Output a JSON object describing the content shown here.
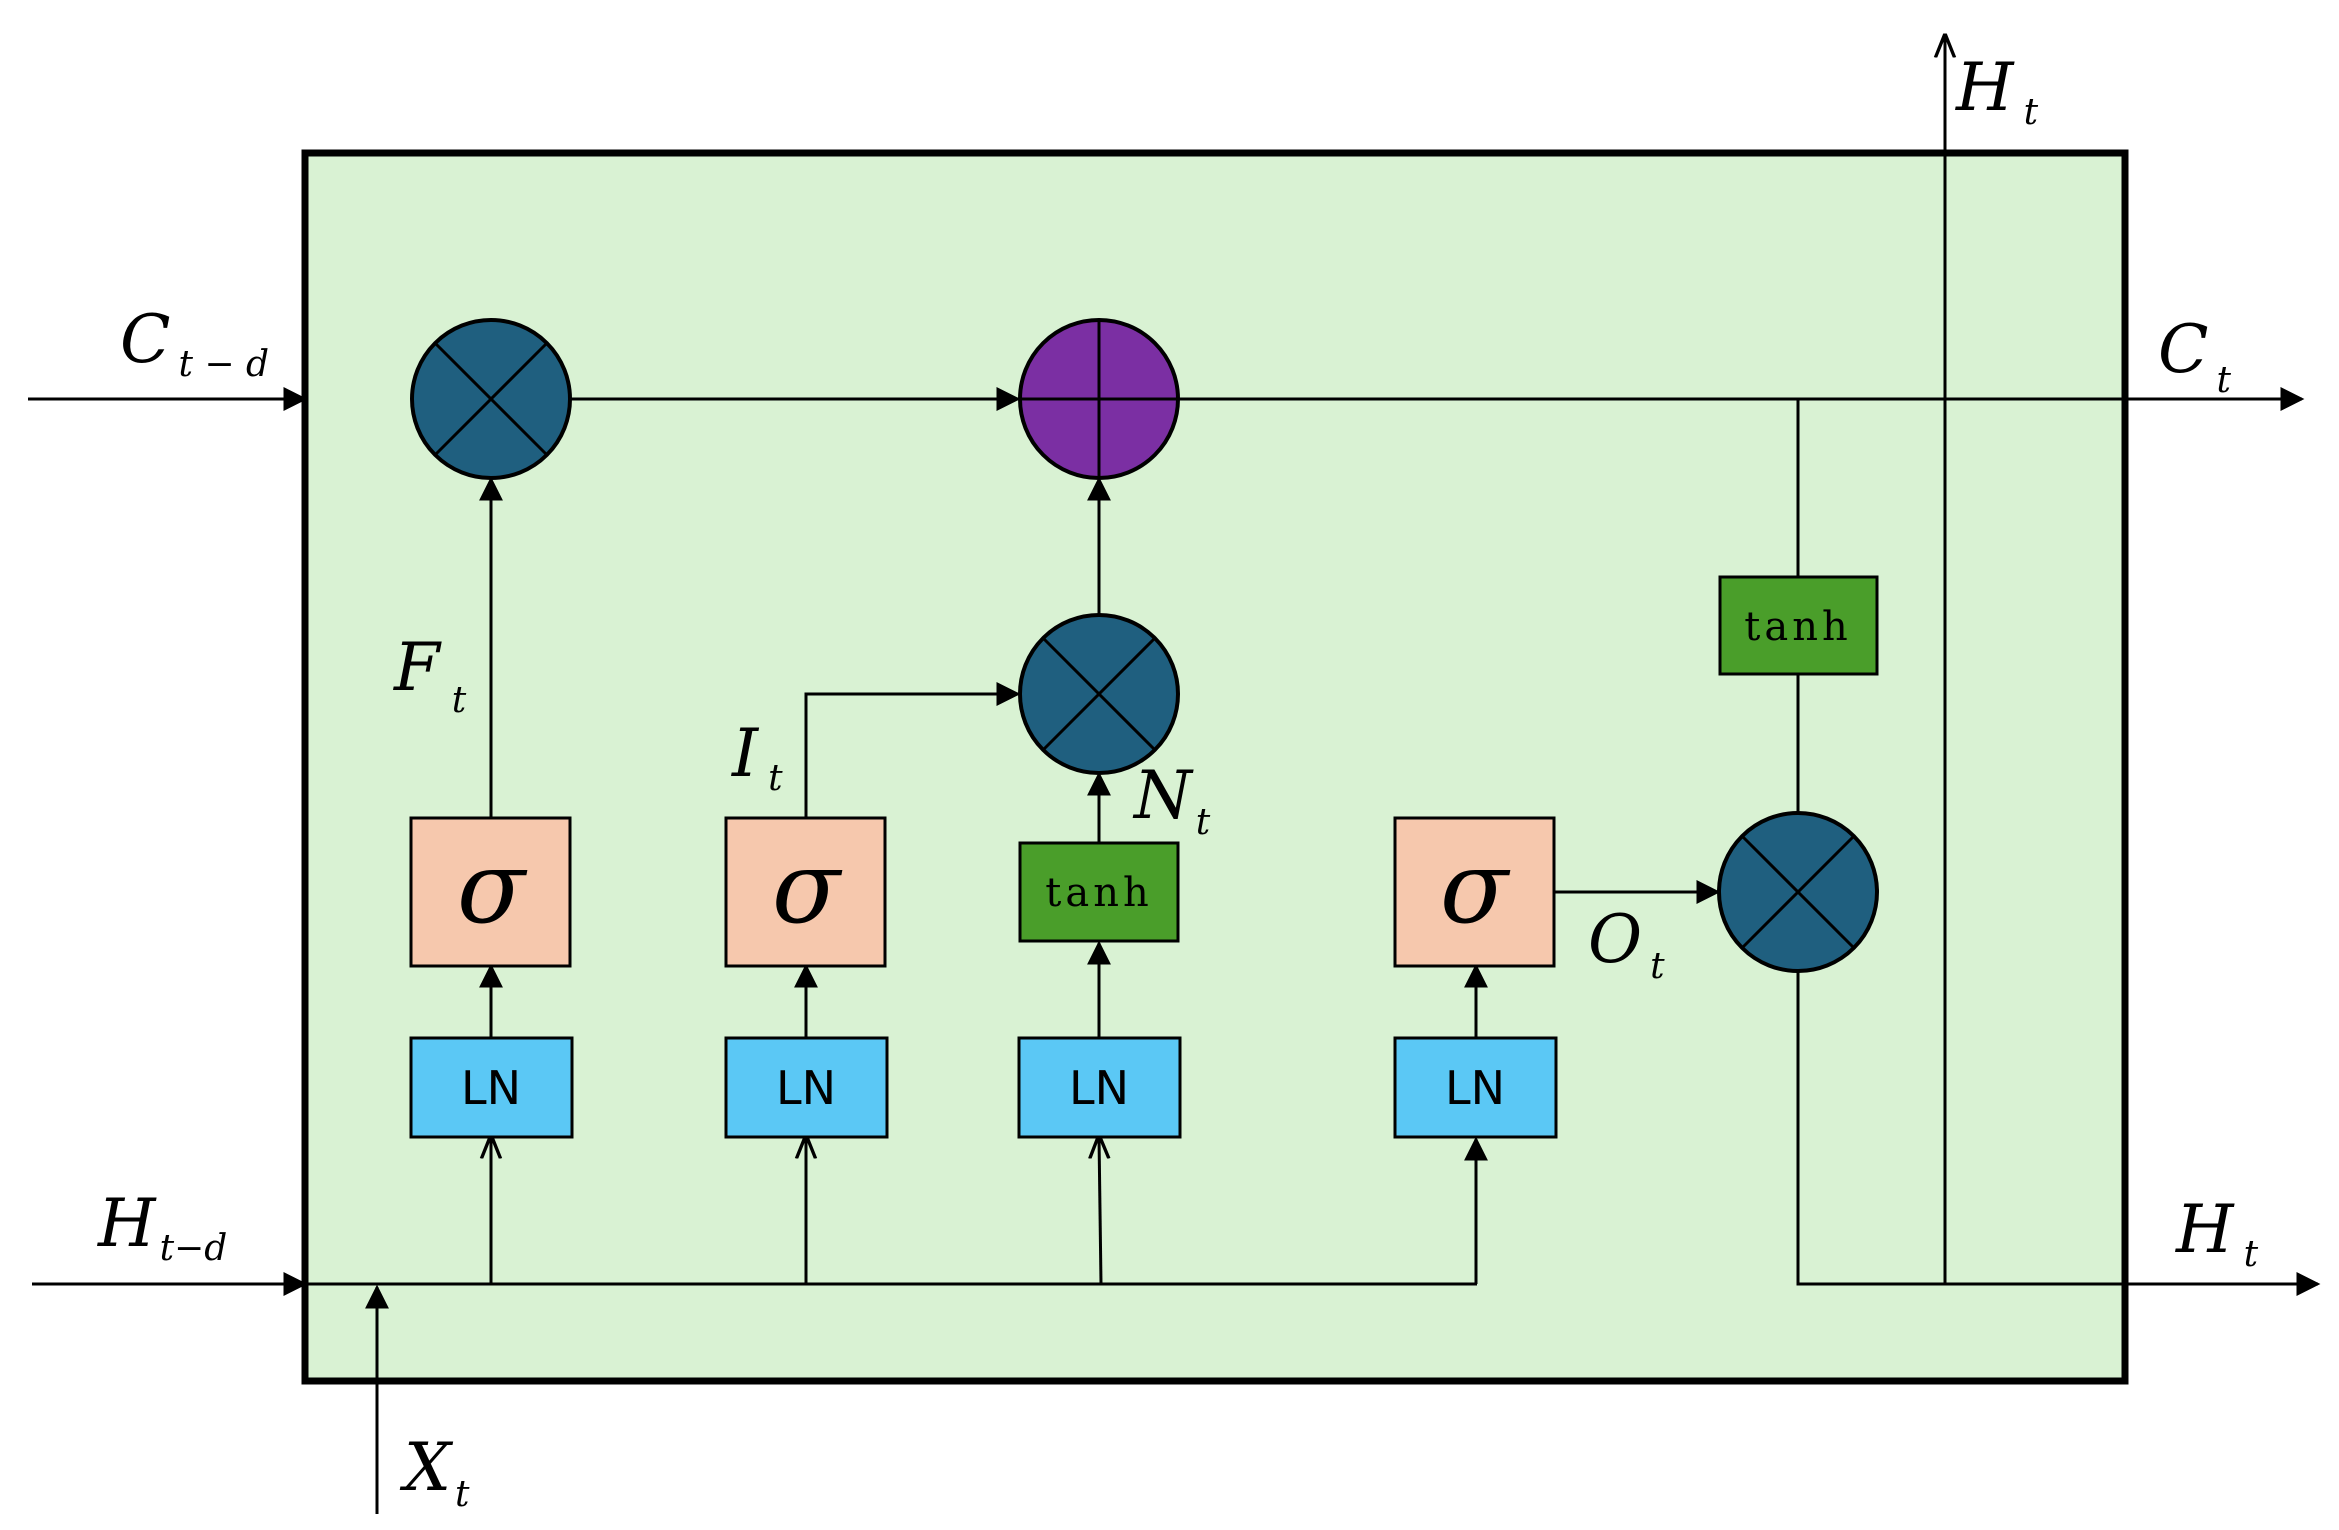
{
  "colors": {
    "background_box": "#d9f2d3",
    "multiply_node": "#1f5f7f",
    "add_node": "#7b2fa3",
    "sigma_box": "#f6c8ad",
    "tanh_box": "#4a9e2a",
    "ln_box": "#5bc8f5"
  },
  "labels": {
    "c_in": {
      "main": "C",
      "sub": "t − d"
    },
    "h_in": {
      "main": "H",
      "sub": "t−d"
    },
    "x_in": {
      "main": "X",
      "sub": "t"
    },
    "f_t": {
      "main": "F",
      "sub": "t"
    },
    "i_t": {
      "main": "I",
      "sub": "t"
    },
    "n_t": {
      "main": "N",
      "sub": "t"
    },
    "o_t": {
      "main": "O",
      "sub": "t"
    },
    "c_out": {
      "main": "C",
      "sub": "t"
    },
    "h_out": {
      "main": "H",
      "sub": "t"
    },
    "h_top": {
      "main": "H",
      "sub": "t"
    }
  },
  "blocks": {
    "ln": "LN",
    "tanh": "tanh",
    "sigma": "σ"
  }
}
